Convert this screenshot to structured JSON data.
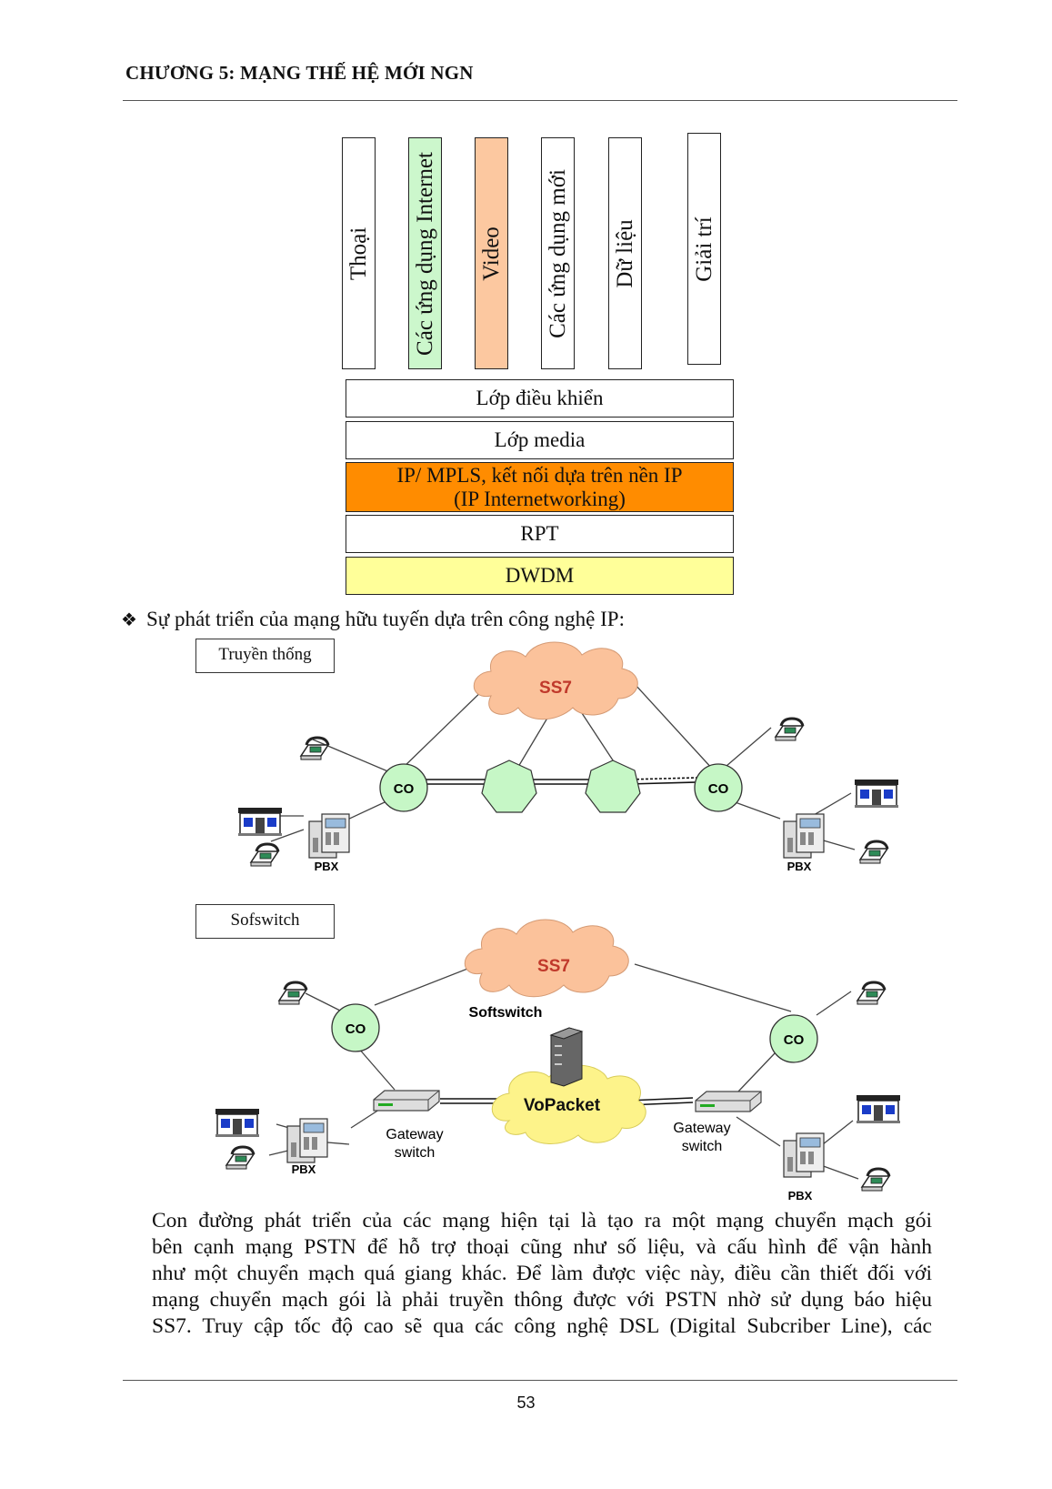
{
  "header": {
    "title": "CHƯƠNG 5: MẠNG THẾ HỆ MỚI NGN"
  },
  "stack": {
    "services": [
      "Thoại",
      "Các ứng dụng Internet",
      "Video",
      "Các ứng dụng mới",
      "Dữ liệu",
      "Giải trí"
    ],
    "service_colors": [
      "#ffffff",
      "#ccf7cc",
      "#fcc8a0",
      "#ffffff",
      "#ffffff",
      "#ffffff"
    ],
    "layers": {
      "control": "Lớp điều khiển",
      "media": "Lớp media",
      "ip_line1": "IP/ MPLS, kết nối dựa trên nền IP",
      "ip_line2": "(IP Internetworking)",
      "rpt": "RPT",
      "dwdm": "DWDM"
    },
    "layer_colors": {
      "ip": "#ff8c00",
      "dwdm": "#ffff99"
    }
  },
  "section": {
    "bullet_text": "Sự phát triển của mạng hữu tuyến dựa trên công  nghệ IP:"
  },
  "diagram1": {
    "label": "Truyền thống",
    "cloud": "SS7",
    "co_left": "CO",
    "co_right": "CO",
    "pbx_left": "PBX",
    "pbx_right": "PBX"
  },
  "diagram2": {
    "label": "Sofswitch",
    "cloud": "SS7",
    "softswitch": "Softswitch",
    "vopacket": "VoPacket",
    "co_left": "CO",
    "co_right": "CO",
    "gw_left_1": "Gateway",
    "gw_left_2": "switch",
    "gw_right_1": "Gateway",
    "gw_right_2": "switch",
    "pbx_left": "PBX",
    "pbx_right": "PBX"
  },
  "colors": {
    "cloud": "#fbc29b",
    "cloud_text": "#c0392b",
    "co": "#c6f7c6",
    "vopacket": "#fdf38a"
  },
  "paragraph": {
    "lines": [
      "Con đường phát triển của các mạng hiện tại là tạo ra một mạng chuyển mạch gói",
      "bên cạnh mạng PSTN để hỗ trợ thoại cũng như số liệu,  và cấu hình để vận hành",
      "như một chuyển mạch quá giang khác. Để làm được việc này, điều cần thiết đối với",
      "mạng chuyển mạch gói là phải truyền thông được với PSTN nhờ sử dụng báo hiệu",
      "SS7. Truy cập tốc độ cao sẽ qua các công nghệ DSL (Digital Subcriber Line), các"
    ]
  },
  "footer": {
    "page_number": "53"
  }
}
